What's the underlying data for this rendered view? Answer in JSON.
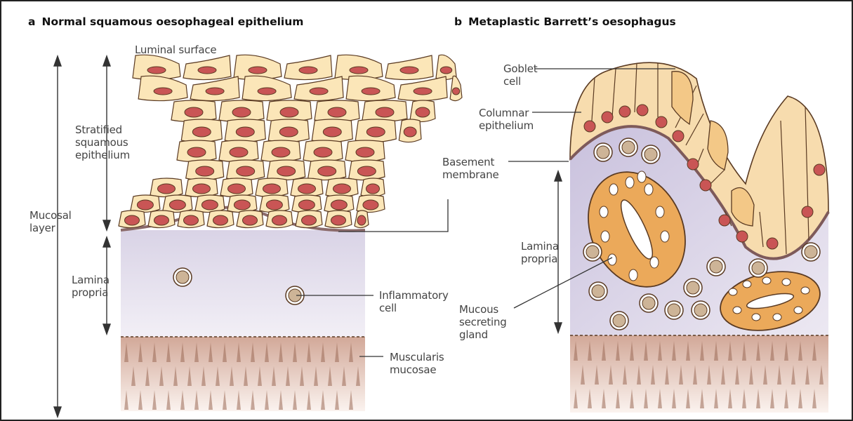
{
  "panels": {
    "a": {
      "letter": "a",
      "title": "Normal squamous oesophageal epithelium",
      "labels": {
        "luminal_surface": "Luminal surface",
        "stratified": "Stratified\nsquamous\nepithelium",
        "mucosal": "Mucosal\nlayer",
        "lamina": "Lamina\npropria",
        "inflammatory": "Inflammatory\ncell",
        "muscularis": "Muscularis\nmucosae"
      }
    },
    "b": {
      "letter": "b",
      "title": "Metaplastic Barrett’s oesophagus",
      "labels": {
        "goblet": "Goblet\ncell",
        "columnar": "Columnar\nepithelium",
        "basement": "Basement\nmembrane",
        "lamina": "Lamina\npropria",
        "mucous": "Mucous\nsecreting\ngland"
      }
    }
  },
  "colors": {
    "squamous_cell_fill": "#fbe6b8",
    "nucleus": "#c95555",
    "lamina_propria": "#e6e1ee",
    "muscularis": "#dcb7a7",
    "columnar_cell_fill": "#f6d4a2",
    "gland_cell_fill": "#eaa956",
    "inflammatory_cell": "#cdb497",
    "outline": "#5a3a22"
  }
}
